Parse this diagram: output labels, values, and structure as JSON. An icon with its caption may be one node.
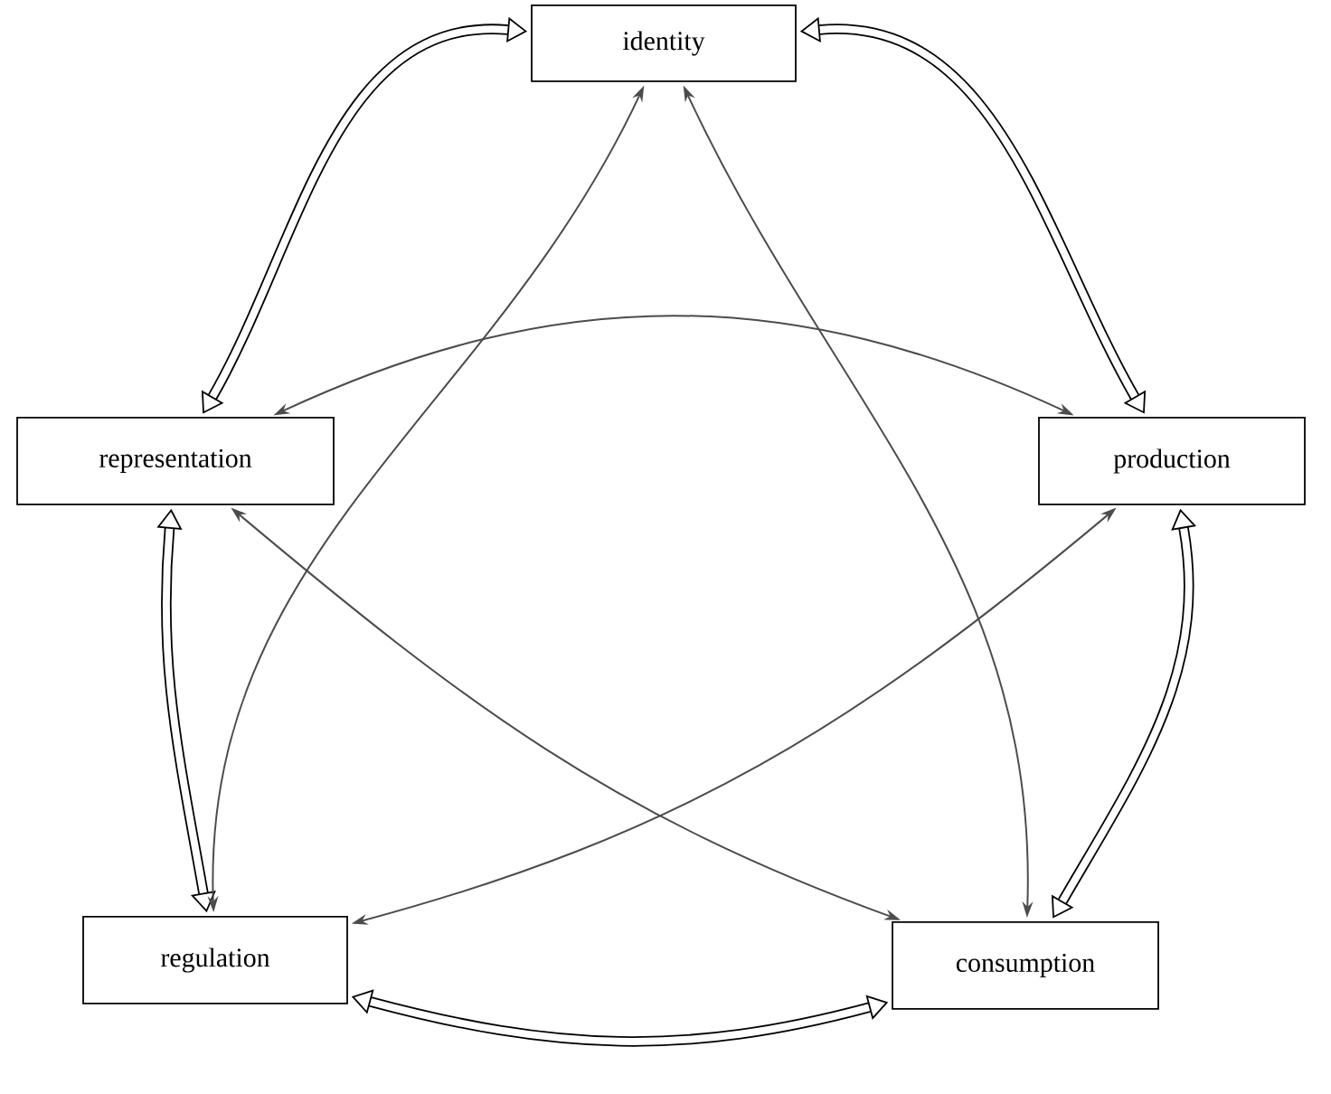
{
  "diagram": {
    "nodes": [
      {
        "text": [
          "identity"
        ]
      },
      {
        "text": [
          "representation"
        ]
      },
      {
        "text": [
          "production"
        ]
      },
      {
        "text": [
          "regulation"
        ]
      },
      {
        "text": [
          "consumption"
        ]
      }
    ],
    "edges": [
      {
        "from": 0,
        "to": 1,
        "arrow": "both",
        "style": "thick"
      },
      {
        "from": 0,
        "to": 2,
        "arrow": "both",
        "style": "thick"
      },
      {
        "from": 1,
        "to": 3,
        "arrow": "both",
        "style": "thick"
      },
      {
        "from": 2,
        "to": 4,
        "arrow": "both",
        "style": "thick"
      },
      {
        "from": 3,
        "to": 4,
        "arrow": "both",
        "style": "thick"
      },
      {
        "from": 1,
        "to": 2,
        "arrow": "both"
      },
      {
        "from": 0,
        "to": 3,
        "arrow": "both"
      },
      {
        "from": 0,
        "to": 4,
        "arrow": "both"
      },
      {
        "from": 1,
        "to": 4,
        "arrow": "both"
      },
      {
        "from": 2,
        "to": 3,
        "arrow": "both"
      }
    ]
  }
}
